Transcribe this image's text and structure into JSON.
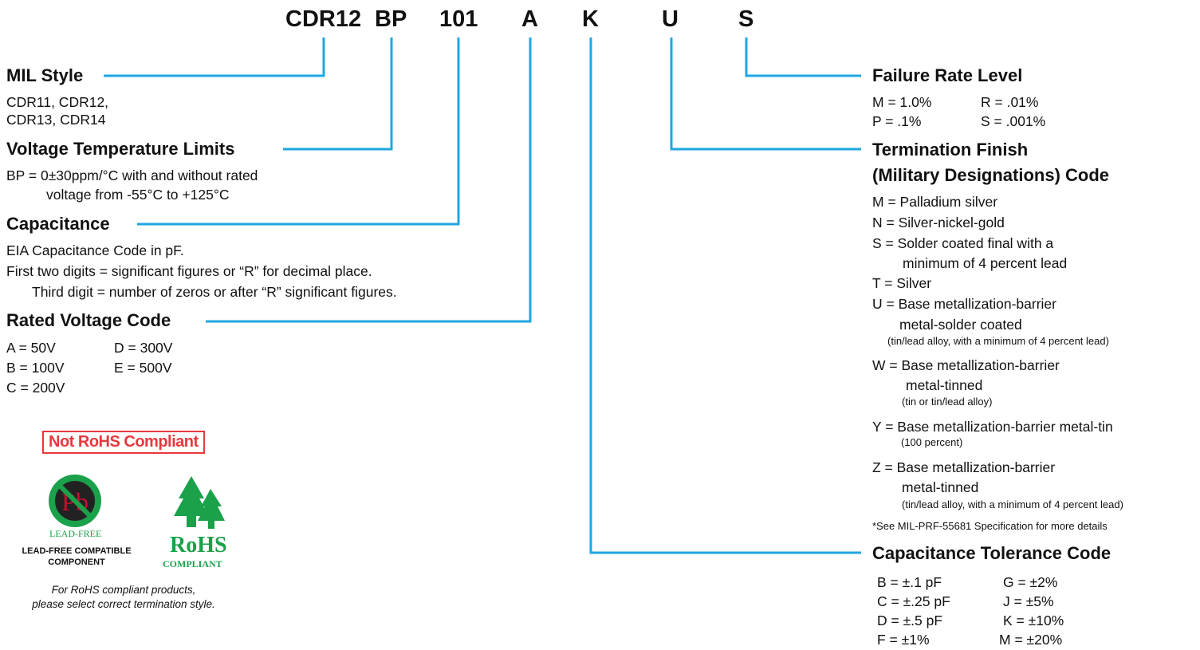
{
  "part_codes": [
    "CDR12",
    "BP",
    "101",
    "A",
    "K",
    "U",
    "S"
  ],
  "mil_style": {
    "title": "MIL Style",
    "lines": [
      "CDR11, CDR12,",
      "CDR13, CDR14"
    ]
  },
  "voltage_temp": {
    "title": "Voltage Temperature Limits",
    "lines": [
      "BP = 0±30ppm/°C with and without rated",
      "voltage from -55°C to +125°C"
    ]
  },
  "capacitance": {
    "title": "Capacitance",
    "lines": [
      "EIA Capacitance Code in pF.",
      "First two digits =  significant figures or “R” for decimal place.",
      "Third digit =  number of zeros or after “R” significant figures."
    ]
  },
  "rated_voltage": {
    "title": "Rated Voltage Code",
    "col1": [
      "A = 50V",
      "B = 100V",
      "C = 200V"
    ],
    "col2": [
      "D = 300V",
      "E = 500V"
    ]
  },
  "rohs": {
    "badge": "Not RoHS Compliant",
    "pb_symbol": "Pb",
    "lead_free_logo": "LEAD-FREE",
    "lead_free_caption": [
      "LEAD-FREE COMPATIBLE",
      "COMPONENT"
    ],
    "rohs_logo": "RoHS",
    "rohs_logo_sub": "COMPLIANT",
    "note": [
      "For RoHS compliant products,",
      "please select correct termination style."
    ]
  },
  "failure_rate": {
    "title": "Failure Rate Level",
    "col1": [
      "M = 1.0%",
      "P = .1%"
    ],
    "col2": [
      "R = .01%",
      "S = .001%"
    ]
  },
  "termination": {
    "title": [
      "Termination Finish",
      "(Military Designations) Code"
    ],
    "items": {
      "m": "M = Palladium silver",
      "n": "N = Silver-nickel-gold",
      "s1": "S = Solder coated final with a",
      "s2": "minimum of 4 percent lead",
      "t": "T = Silver",
      "u1": "U = Base metallization-barrier",
      "u2": "metal-solder coated",
      "u3": "(tin/lead alloy, with a minimum of 4 percent lead)",
      "w1": "W = Base metallization-barrier",
      "w2": "metal-tinned",
      "w3": "(tin or tin/lead alloy)",
      "y1": "Y = Base metallization-barrier metal-tin",
      "y2": "(100 percent)",
      "z1": "Z = Base metallization-barrier",
      "z2": "metal-tinned",
      "z3": "(tin/lead alloy, with a minimum of 4 percent lead)"
    },
    "footnote": "*See MIL-PRF-55681 Specification for more details"
  },
  "tolerance": {
    "title": "Capacitance Tolerance Code",
    "col1": [
      "B  = ±.1 pF",
      "C  = ±.25 pF",
      "D  = ±.5 pF",
      "F  = ±1%"
    ],
    "col2": [
      "G  = ±2%",
      "J  = ±5%",
      "K  = ±10%",
      "M  = ±20%"
    ]
  },
  "colors": {
    "connector": "#1ea7e1",
    "not_rohs": "#e8383d",
    "logo_green": "#1aa14a",
    "pb_red": "#c8102e"
  }
}
